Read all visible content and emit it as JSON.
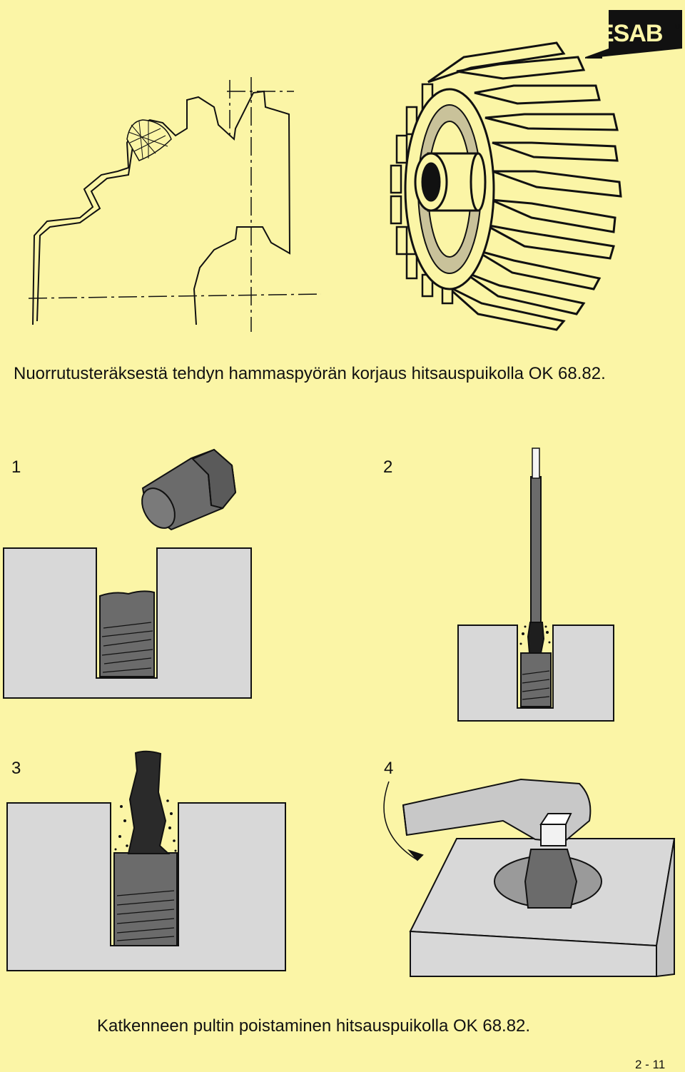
{
  "logo": {
    "text": "ESAB",
    "registered": "®"
  },
  "captions": {
    "gear_repair": "Nuorrutusteräksestä tehdyn hammaspyörän korjaus hitsauspuikolla OK 68.82.",
    "bolt_removal": "Katkenneen pultin poistaminen hitsauspuikolla OK 68.82."
  },
  "steps": [
    "1",
    "2",
    "3",
    "4"
  ],
  "page_number": "2 - 11",
  "colors": {
    "background": "#fbf5a6",
    "block": "#d8d8d8",
    "bolt": "#6b6b6b",
    "weld": "#2a2a2a",
    "outline": "#111111"
  }
}
